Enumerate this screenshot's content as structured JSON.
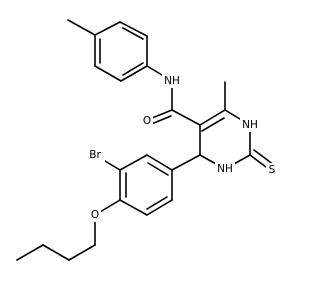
{
  "molecule": {
    "atoms": {
      "nh_amide": {
        "text": "NH"
      },
      "o_carbonyl": {
        "text": "O"
      },
      "nh_ring_top": {
        "text": "NH"
      },
      "nh_ring_bottom": {
        "text": "NH"
      },
      "s_thione": {
        "text": "S"
      },
      "br": {
        "text": "Br"
      },
      "o_ether": {
        "text": "O"
      }
    },
    "colors": {
      "bond": "#000000",
      "N": "#000000",
      "O": "#000000",
      "S": "#000000",
      "Br": "#000000"
    }
  }
}
